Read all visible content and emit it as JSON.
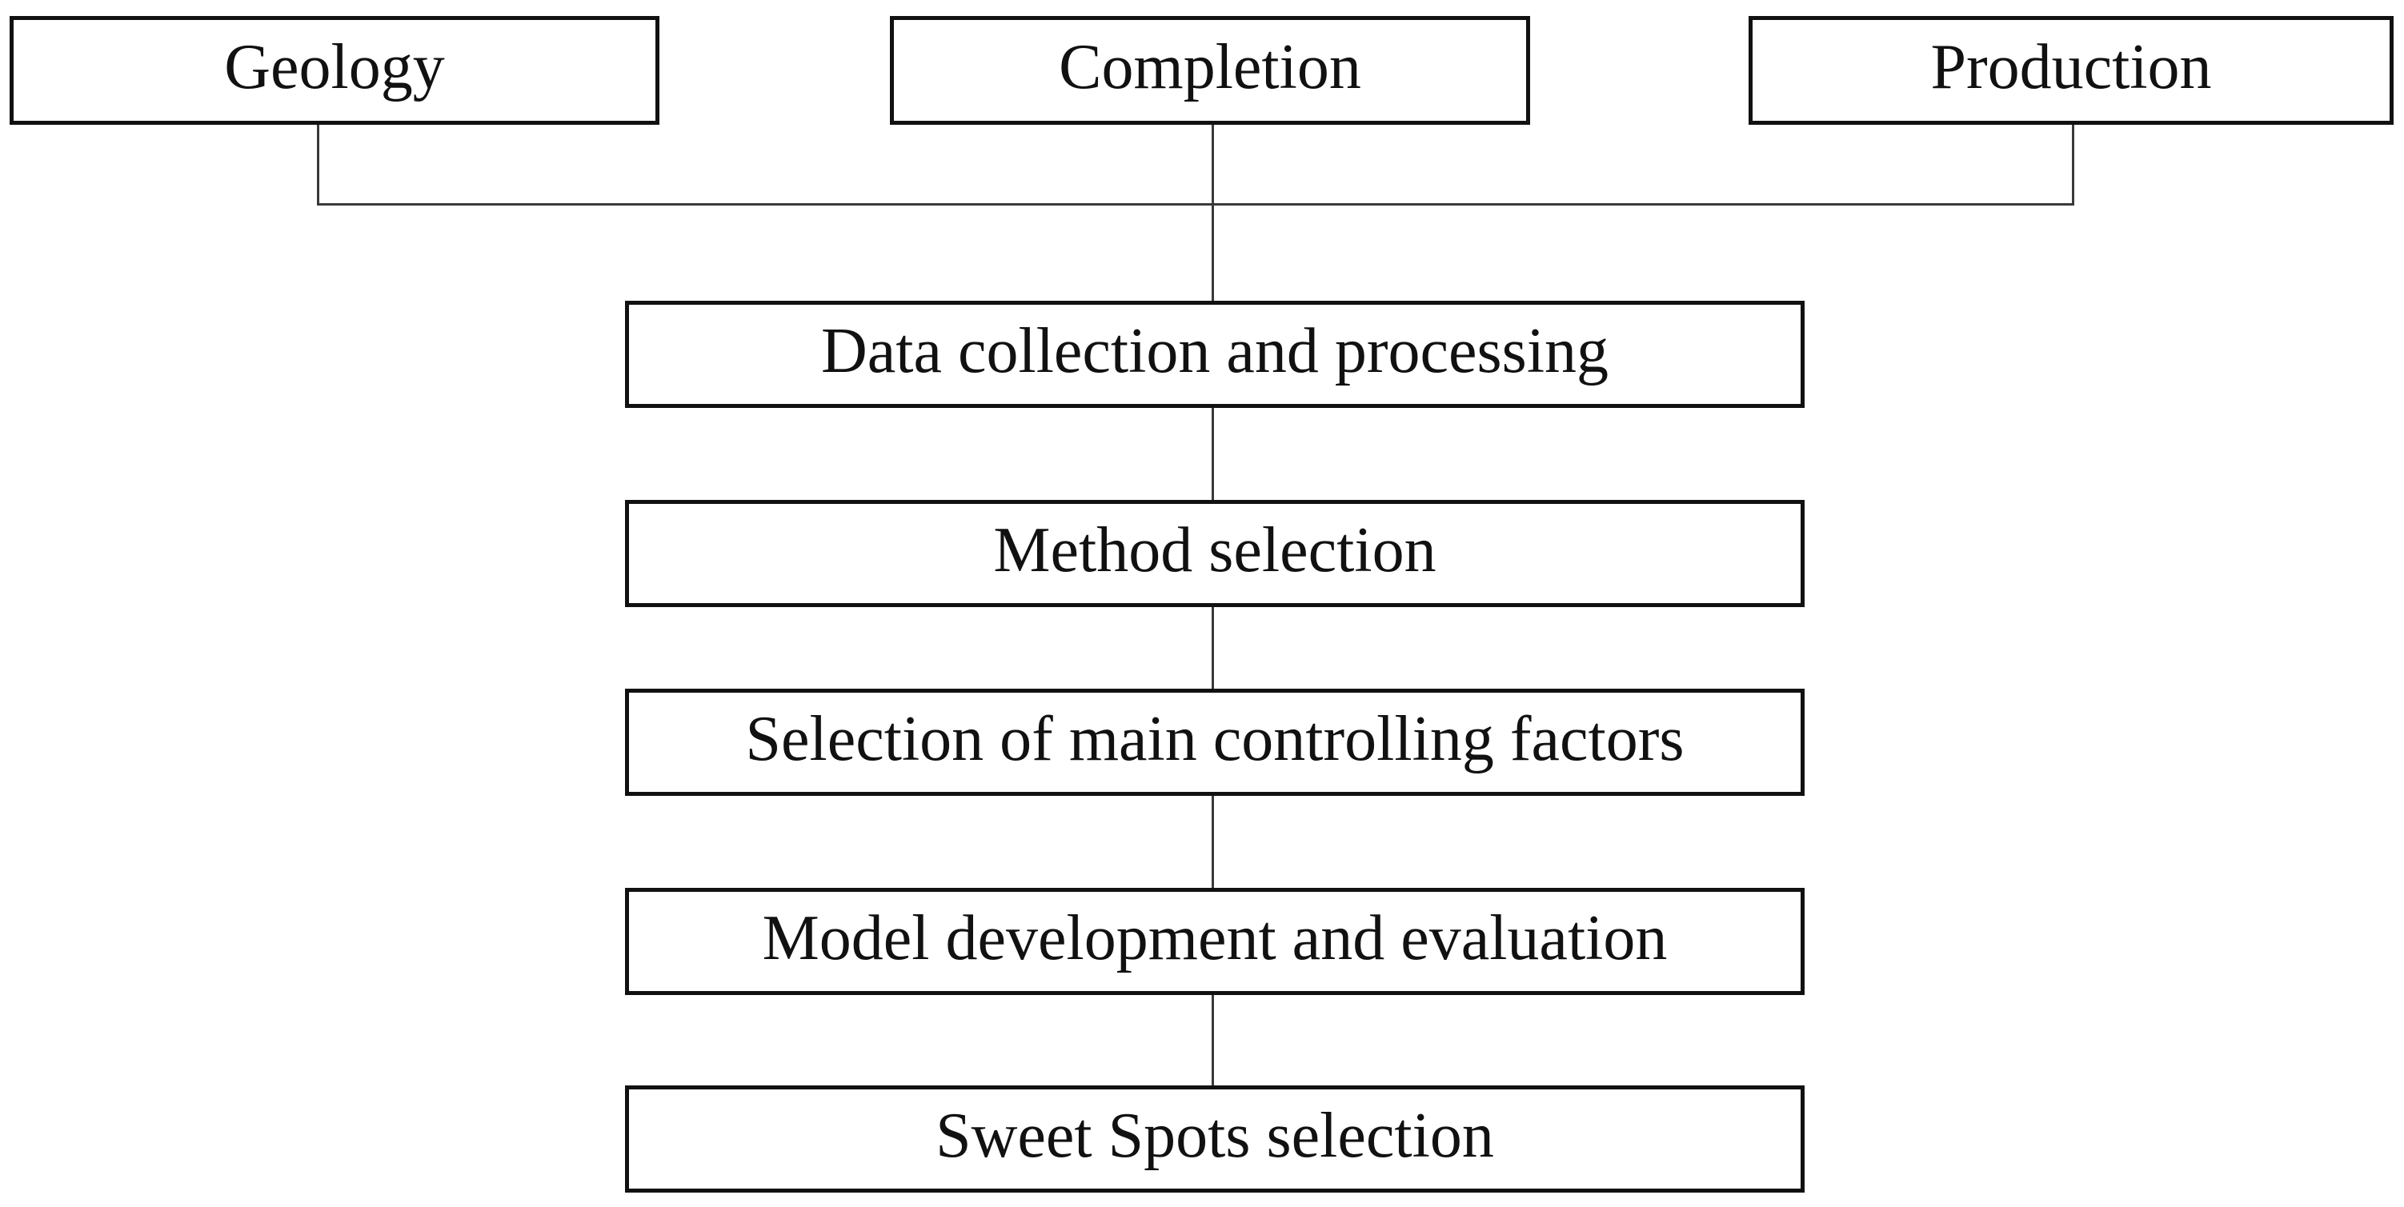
{
  "flowchart": {
    "inputs": [
      {
        "id": "geology",
        "label": "Geology"
      },
      {
        "id": "completion",
        "label": "Completion"
      },
      {
        "id": "production",
        "label": "Production"
      }
    ],
    "steps": [
      {
        "id": "data-collection",
        "label": "Data collection and processing"
      },
      {
        "id": "method-selection",
        "label": "Method selection"
      },
      {
        "id": "main-factors",
        "label": "Selection of main controlling factors"
      },
      {
        "id": "model-development",
        "label": "Model development and evaluation"
      },
      {
        "id": "sweet-spots",
        "label": "Sweet Spots selection"
      }
    ],
    "edges": [
      {
        "from": "geology",
        "to": "data-collection"
      },
      {
        "from": "completion",
        "to": "data-collection"
      },
      {
        "from": "production",
        "to": "data-collection"
      },
      {
        "from": "data-collection",
        "to": "method-selection"
      },
      {
        "from": "method-selection",
        "to": "main-factors"
      },
      {
        "from": "main-factors",
        "to": "model-development"
      },
      {
        "from": "model-development",
        "to": "sweet-spots"
      }
    ],
    "colors": {
      "background": "#ffffff",
      "box_fill": "#ffffff",
      "box_border": "#111111",
      "text": "#111111",
      "line": "#3a3a3a"
    }
  }
}
